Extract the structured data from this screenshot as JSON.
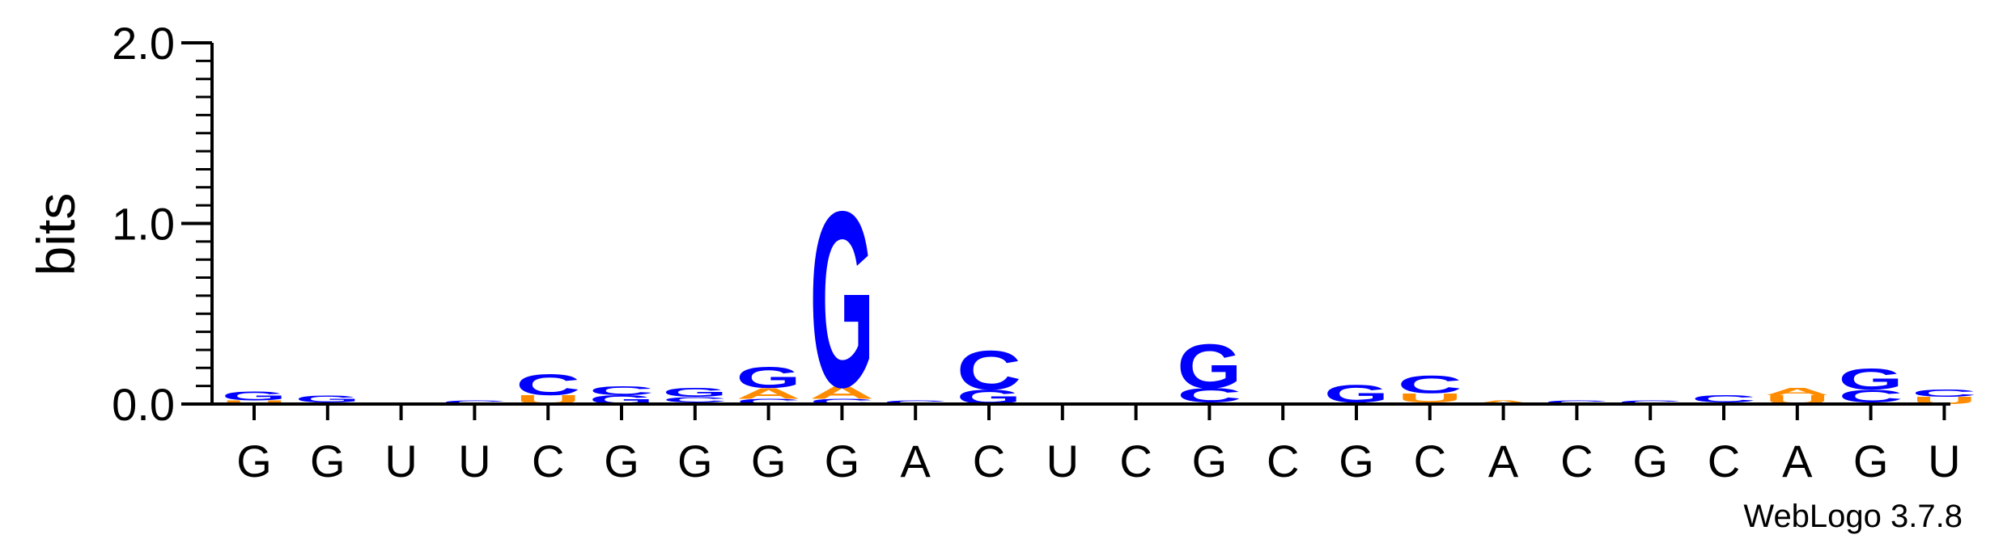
{
  "chart_data": {
    "type": "sequence_logo",
    "ylabel": "bits",
    "ylim": [
      0,
      2.0
    ],
    "yticks": [
      "0.0",
      "1.0",
      "2.0"
    ],
    "x_labels": [
      "G",
      "G",
      "U",
      "U",
      "C",
      "G",
      "G",
      "G",
      "G",
      "A",
      "C",
      "U",
      "C",
      "G",
      "C",
      "G",
      "C",
      "A",
      "C",
      "G",
      "C",
      "A",
      "G",
      "U"
    ],
    "colors": {
      "G": "#0000ff",
      "C": "#0000ff",
      "A": "#ff8c00",
      "U": "#ff8c00"
    },
    "positions": [
      [
        {
          "letter": "U",
          "bits": 0.02
        },
        {
          "letter": "G",
          "bits": 0.05
        }
      ],
      [
        {
          "letter": "U",
          "bits": 0.01
        },
        {
          "letter": "G",
          "bits": 0.04
        }
      ],
      [],
      [
        {
          "letter": "C",
          "bits": 0.02
        }
      ],
      [
        {
          "letter": "U",
          "bits": 0.05
        },
        {
          "letter": "C",
          "bits": 0.12
        }
      ],
      [
        {
          "letter": "G",
          "bits": 0.05
        },
        {
          "letter": "C",
          "bits": 0.05
        }
      ],
      [
        {
          "letter": "A",
          "bits": 0.01
        },
        {
          "letter": "C",
          "bits": 0.03
        },
        {
          "letter": "G",
          "bits": 0.05
        }
      ],
      [
        {
          "letter": "C",
          "bits": 0.03
        },
        {
          "letter": "A",
          "bits": 0.06
        },
        {
          "letter": "G",
          "bits": 0.12
        }
      ],
      [
        {
          "letter": "C",
          "bits": 0.03
        },
        {
          "letter": "A",
          "bits": 0.07
        },
        {
          "letter": "G",
          "bits": 1.0
        }
      ],
      [
        {
          "letter": "C",
          "bits": 0.02
        }
      ],
      [
        {
          "letter": "G",
          "bits": 0.08
        },
        {
          "letter": "C",
          "bits": 0.22
        }
      ],
      [],
      [],
      [
        {
          "letter": "U",
          "bits": 0.01
        },
        {
          "letter": "C",
          "bits": 0.08
        },
        {
          "letter": "G",
          "bits": 0.25
        }
      ],
      [],
      [
        {
          "letter": "U",
          "bits": 0.01
        },
        {
          "letter": "G",
          "bits": 0.1
        }
      ],
      [
        {
          "letter": "A",
          "bits": 0.01
        },
        {
          "letter": "U",
          "bits": 0.05
        },
        {
          "letter": "C",
          "bits": 0.1
        }
      ],
      [
        {
          "letter": "A",
          "bits": 0.02
        }
      ],
      [
        {
          "letter": "C",
          "bits": 0.02
        }
      ],
      [
        {
          "letter": "C",
          "bits": 0.02
        }
      ],
      [
        {
          "letter": "G",
          "bits": 0.01
        },
        {
          "letter": "C",
          "bits": 0.04
        }
      ],
      [
        {
          "letter": "U",
          "bits": 0.05
        },
        {
          "letter": "A",
          "bits": 0.04
        }
      ],
      [
        {
          "letter": "U",
          "bits": 0.01
        },
        {
          "letter": "C",
          "bits": 0.07
        },
        {
          "letter": "G",
          "bits": 0.12
        }
      ],
      [
        {
          "letter": "U",
          "bits": 0.04
        },
        {
          "letter": "C",
          "bits": 0.04
        }
      ]
    ]
  },
  "credit": "WebLogo 3.7.8"
}
